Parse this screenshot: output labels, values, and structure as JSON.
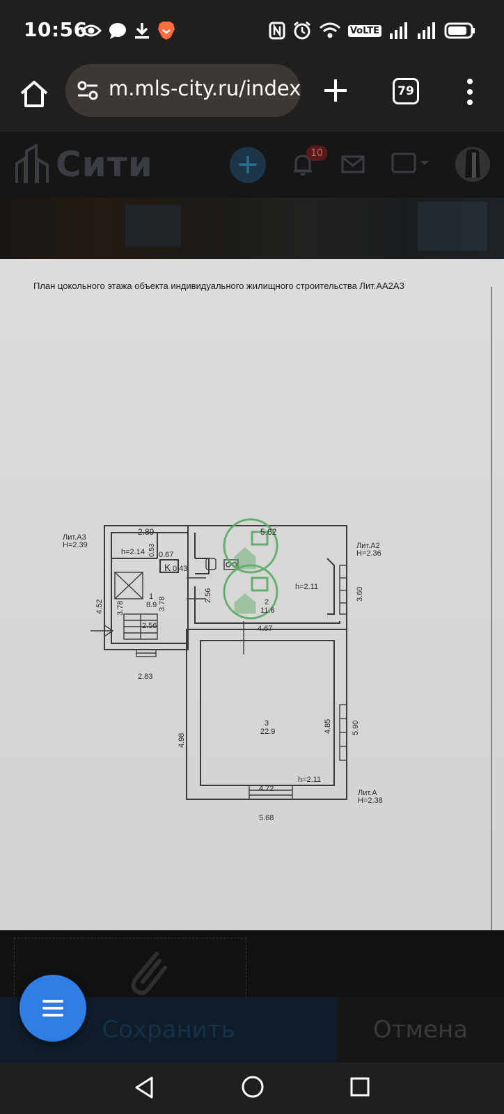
{
  "status_bar": {
    "time": "10:56",
    "volte": "VoLTE",
    "battery_icon": "battery-icon",
    "icons_left": [
      "eye-icon",
      "chat-icon",
      "download-icon",
      "brave-icon"
    ],
    "icons_right": [
      "nfc-icon",
      "alarm-icon",
      "wifi-icon",
      "volte-icon",
      "signal-icon",
      "signal-icon",
      "battery-icon"
    ]
  },
  "browser": {
    "url": "m.mls-city.ru/index",
    "tab_count": "79"
  },
  "site_header": {
    "logo_text": "Сити",
    "notification_count": "10"
  },
  "plan": {
    "title": "План цокольного этажа объекта индивидуального жилищного строительства Лит.АА2А3",
    "labels": {
      "lit_a3": "Лит.А3",
      "h_a3": "Н=2.39",
      "lit_a2": "Лит.А2",
      "h_a2": "Н=2.36",
      "lit_a": "Лит.А",
      "h_a": "Н=2.38",
      "dim_top_left": "2.89",
      "dim_top_right": "5.62",
      "h_room1": "h=2.14",
      "dim_053": "0.53",
      "dim_067": "0.67",
      "dim_043": "0.43",
      "k_label": "K",
      "h_room2": "h=2.11",
      "dim_360": "3.60",
      "dim_452": "4.52",
      "dim_378a": "3.78",
      "dim_378b": "3.78",
      "room1_num": "1",
      "room1_area": "8.9",
      "dim_256a": "2.56",
      "dim_256b": "2.56",
      "room2_num": "2",
      "room2_area": "11.6",
      "dim_467": "4.67",
      "dim_283": "2.83",
      "room3_num": "3",
      "room3_area": "22.9",
      "dim_485": "4.85",
      "dim_590": "5.90",
      "dim_498": "4.98",
      "h_room3": "h=2.11",
      "dim_472": "4.72",
      "dim_568": "5.68"
    }
  },
  "actions": {
    "save": "Сохранить",
    "cancel": "Отмена"
  }
}
